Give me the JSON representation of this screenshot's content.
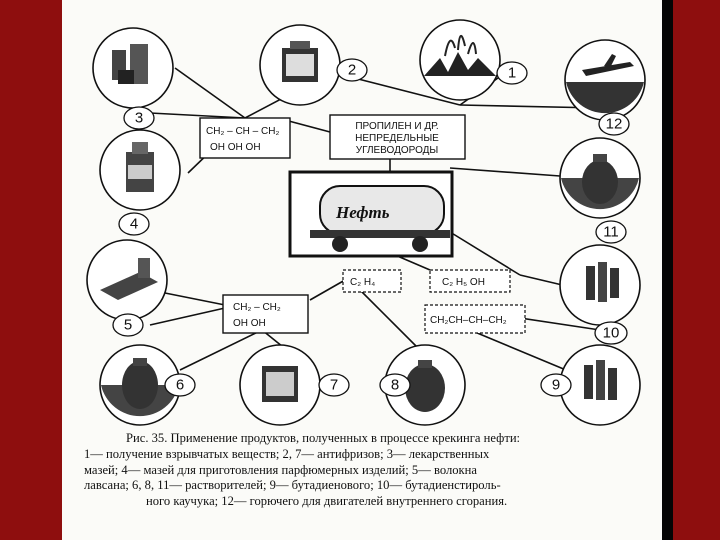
{
  "node_numbers": [
    "1",
    "2",
    "3",
    "4",
    "5",
    "6",
    "7",
    "8",
    "9",
    "10",
    "11",
    "12"
  ],
  "formulas": {
    "glycerol_line1": "CH₂ – CH – CH₂",
    "glycerol_line2": "OH   OH   OH",
    "propylene": [
      "ПРОПИЛЕН И ДР.",
      "НЕПРЕДЕЛЬНЫЕ",
      "УГЛЕВОДОРОДЫ"
    ],
    "glycol_line1": "CH₂ – CH₂",
    "glycol_line2": "OH    OH",
    "ethylene": "C₂ H₄",
    "ethanol": "C₂ H₅ OH",
    "butadiene": "CH₂CH–CH–CH₂"
  },
  "tank_label": "Нефть",
  "caption": [
    "Рис. 35. Применение продуктов, полученных в процессе крекинга нефти:",
    "1— получение взрывчатых веществ; 2, 7— антифризов; 3— лекарственных",
    "мазей; 4— мазей для приготовления парфюмерных изделий; 5— волокна",
    "лавсана; 6, 8, 11— растворителей; 9— бутадиенового; 10— бутадиенстироль-",
    "ного каучука; 12— горючего для двигателей внутреннего сгорания."
  ]
}
